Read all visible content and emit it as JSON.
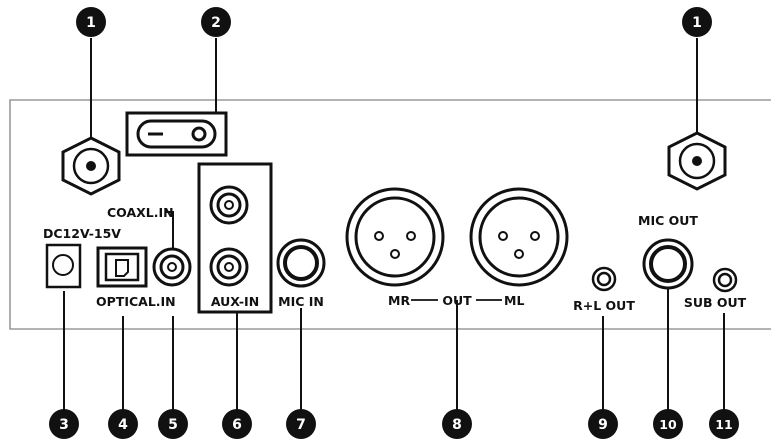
{
  "callouts": {
    "n1": "1",
    "n2": "2",
    "n3": "3",
    "n4": "4",
    "n5": "5",
    "n6": "6",
    "n7": "7",
    "n8": "8",
    "n9": "9",
    "n10": "10",
    "n11": "11"
  },
  "labels": {
    "coaxl_in": "COAXL.IN",
    "dc": "DC12V-15V",
    "optical_in": "OPTICAL.IN",
    "aux_in": "AUX-IN",
    "mic_in": "MIC IN",
    "mr": "MR",
    "out": "OUT",
    "ml": "ML",
    "mic_out": "MIC OUT",
    "rl_out": "R+L OUT",
    "sub_out": "SUB OUT"
  },
  "colors": {
    "ink": "#111111",
    "panel_border": "#999999",
    "callout_fill": "#111111",
    "callout_text": "#ffffff"
  },
  "icons": {
    "antenna": "antenna-connector-icon",
    "power_switch": "power-switch-icon",
    "dc_jack": "dc-power-jack-icon",
    "optical": "optical-toslink-port-icon",
    "rca": "rca-jack-icon",
    "quarter_inch": "quarter-inch-jack-icon",
    "xlr": "xlr-connector-icon",
    "mini_jack": "mini-jack-icon"
  }
}
